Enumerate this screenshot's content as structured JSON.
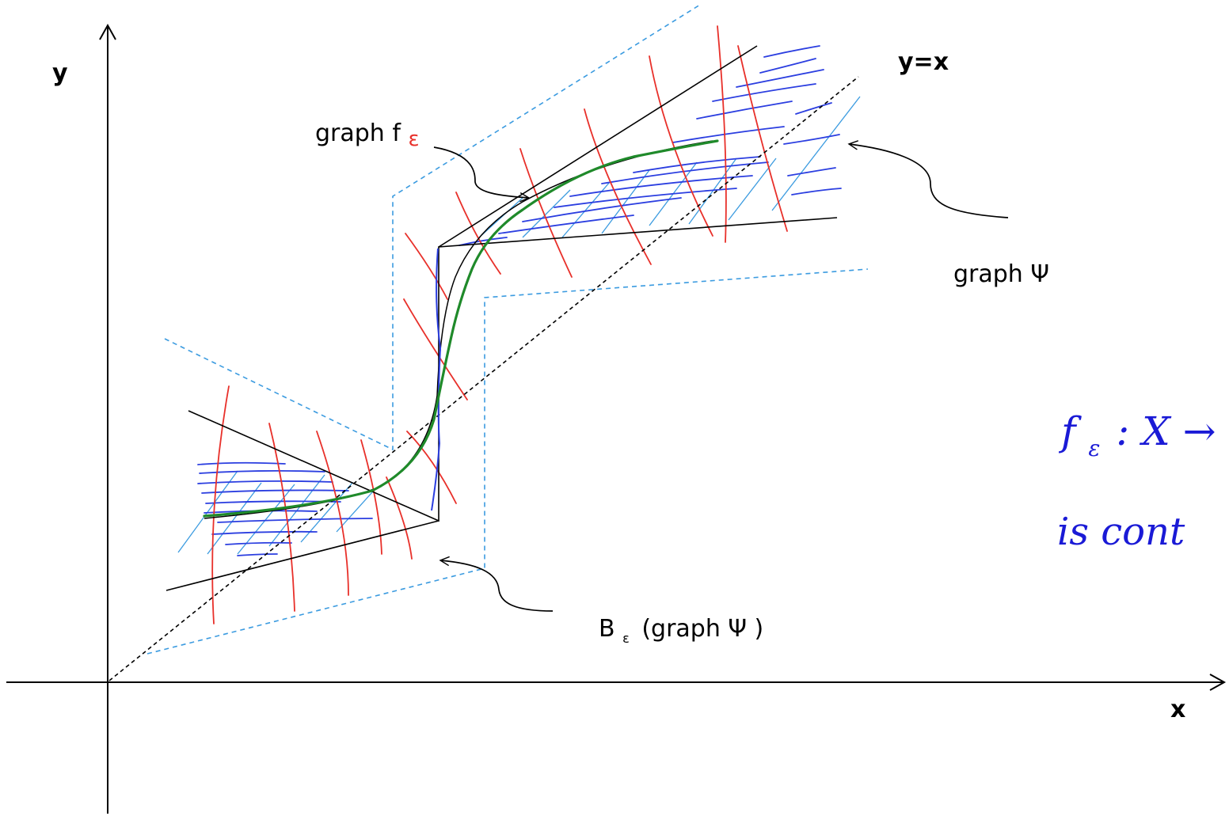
{
  "labels": {
    "y_axis": "y",
    "x_axis": "x",
    "diagonal": "y=x",
    "graph_f": "graph f",
    "graph_f_subscript": "ε",
    "graph_psi": "graph Ψ",
    "neighbourhood_prefix": "B",
    "neighbourhood_subscript": "ε",
    "neighbourhood_suffix": "(graph Ψ )",
    "handwritten_line1": "f",
    "handwritten_line1_sub": "ε",
    "handwritten_line1_rest": ": X →",
    "handwritten_line2": "is cont"
  },
  "colors": {
    "axes": "#000000",
    "psi_graph": "#000000",
    "diagonal": "#000000",
    "neighbourhood": "#3b9be0",
    "f_eps_graph": "#1f8a2a",
    "vertical_strokes": "#e8302a",
    "horizontal_strokes": "#2b3ee0",
    "light_hatch": "#3b9be0",
    "handwriting": "#1a1ad6"
  }
}
